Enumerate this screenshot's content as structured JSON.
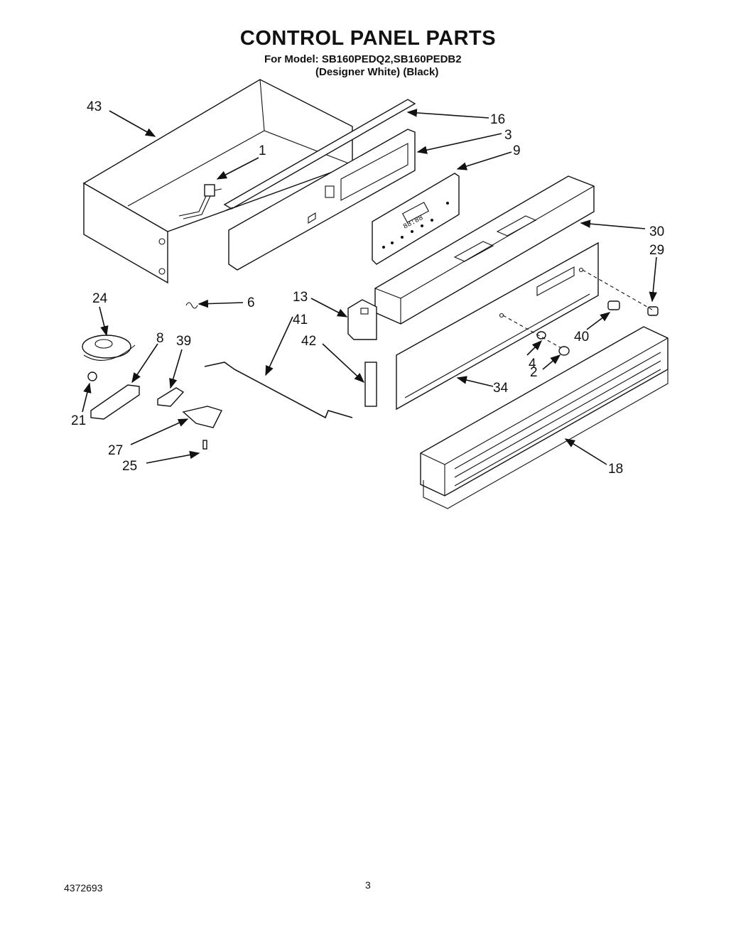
{
  "header": {
    "title": "CONTROL PANEL PARTS",
    "model_line": "For Model: SB160PEDQ2,SB160PEDB2",
    "color_line": "(Designer White) (Black)"
  },
  "parts": [
    {
      "id": "p43",
      "num": "43"
    },
    {
      "id": "p16",
      "num": "16"
    },
    {
      "id": "p3",
      "num": "3"
    },
    {
      "id": "p1",
      "num": "1"
    },
    {
      "id": "p9",
      "num": "9"
    },
    {
      "id": "p30",
      "num": "30"
    },
    {
      "id": "p29",
      "num": "29"
    },
    {
      "id": "p24",
      "num": "24"
    },
    {
      "id": "p6",
      "num": "6"
    },
    {
      "id": "p13",
      "num": "13"
    },
    {
      "id": "p41",
      "num": "41"
    },
    {
      "id": "p8",
      "num": "8"
    },
    {
      "id": "p39",
      "num": "39"
    },
    {
      "id": "p42",
      "num": "42"
    },
    {
      "id": "p40",
      "num": "40"
    },
    {
      "id": "p4",
      "num": "4"
    },
    {
      "id": "p2",
      "num": "2"
    },
    {
      "id": "p34",
      "num": "34"
    },
    {
      "id": "p21",
      "num": "21"
    },
    {
      "id": "p27",
      "num": "27"
    },
    {
      "id": "p25",
      "num": "25"
    },
    {
      "id": "p18",
      "num": "18"
    }
  ],
  "display_readout": "88:88",
  "footer": {
    "doc_number": "4372693",
    "page_number": "3"
  }
}
